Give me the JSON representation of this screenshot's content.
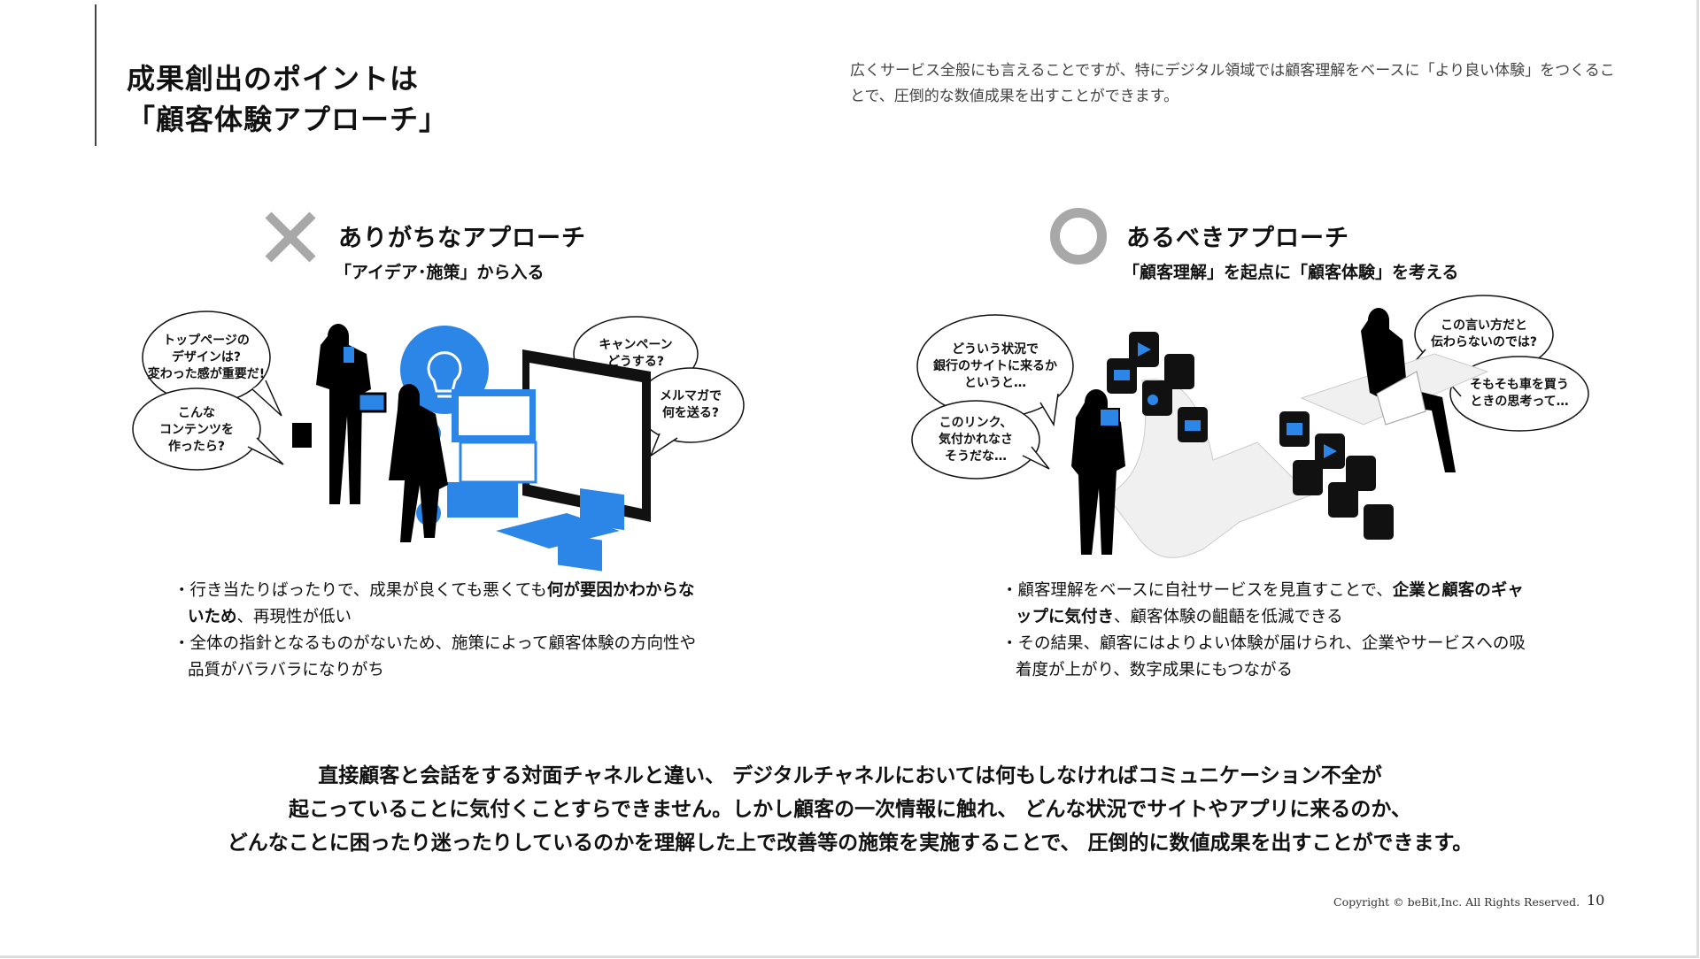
{
  "header": {
    "title_line1": "成果創出のポイントは",
    "title_line2": "「顧客体験アプローチ」",
    "description": "広くサービス全般にも言えることですが、特にデジタル領域では顧客理解をベースに「より良い体験」をつくることで、圧倒的な数値成果を出すことができます。"
  },
  "left": {
    "icon": "cross-icon",
    "heading": "ありがちなアプローチ",
    "subheading": "「アイデア･施策」から入る",
    "bubbles": [
      "トップページの\nデザインは?\n変わった感が重要だ!",
      "こんな\nコンテンツを\n作ったら?",
      "キャンペーン\nどうする?",
      "メルマガで\n何を送る?"
    ],
    "bullet1_pre": "・行き当たりばったりで、成果が良くても悪くても",
    "bullet1_bold": "何が要因かわからないため",
    "bullet1_post": "、再現性が低い",
    "bullet2": "・全体の指針となるものがないため、施策によって顧客体験の方向性や品質がバラバラになりがち"
  },
  "right": {
    "icon": "circle-icon",
    "heading": "あるべきアプローチ",
    "subheading": "「顧客理解」を起点に「顧客体験」を考える",
    "bubbles": [
      "どういう状況で\n銀行のサイトに来るか\nというと…",
      "このリンク、\n気付かれなさ\nそうだな…",
      "この言い方だと\n伝わらないのでは?",
      "そもそも車を買う\nときの思考って…"
    ],
    "bullet1_pre": "・顧客理解をベースに自社サービスを見直すことで、",
    "bullet1_bold": "企業と顧客のギャップに気付き",
    "bullet1_post": "、顧客体験の齟齬を低減できる",
    "bullet2": "・その結果、顧客にはよりよい体験が届けられ、企業やサービスへの吸着度が上がり、数字成果にもつながる"
  },
  "summary": {
    "line1": "直接顧客と会話をする対面チャネルと違い、 デジタルチャネルにおいては何もしなければコミュニケーション不全が",
    "line2": "起こっていることに気付くことすらできません。しかし顧客の一次情報に触れ、 どんな状況でサイトやアプリに来るのか、",
    "line3": "どんなことに困ったり迷ったりしているのかを理解した上で改善等の施策を実施することで、 圧倒的に数値成果を出すことができます。"
  },
  "footer": {
    "copyright": "Copyright © beBit,Inc. All Rights Reserved.",
    "page_number": "10"
  },
  "colors": {
    "accent": "#2b86e8",
    "mark": "#a8a8a8"
  }
}
